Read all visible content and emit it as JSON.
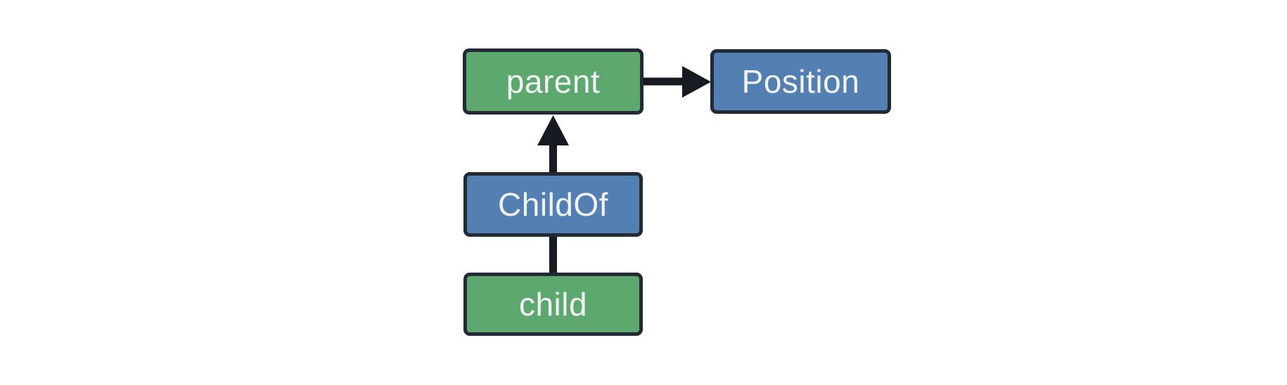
{
  "diagram": {
    "nodes": [
      {
        "id": "parent",
        "label": "parent",
        "color": "green"
      },
      {
        "id": "Position",
        "label": "Position",
        "color": "blue"
      },
      {
        "id": "ChildOf",
        "label": "ChildOf",
        "color": "blue"
      },
      {
        "id": "child",
        "label": "child",
        "color": "green"
      }
    ],
    "edges": [
      {
        "from": "parent",
        "to": "Position",
        "style": "arrow",
        "direction": "right"
      },
      {
        "from": "ChildOf",
        "to": "parent",
        "style": "arrow",
        "direction": "up"
      },
      {
        "from": "child",
        "to": "ChildOf",
        "style": "line",
        "direction": "up"
      }
    ],
    "colors": {
      "green_fill": "#5DA86F",
      "blue_fill": "#547FB2",
      "border": "#222A35",
      "arrow": "#171A20",
      "text": "#F2F3F4",
      "background": "#FFFFFF"
    }
  }
}
